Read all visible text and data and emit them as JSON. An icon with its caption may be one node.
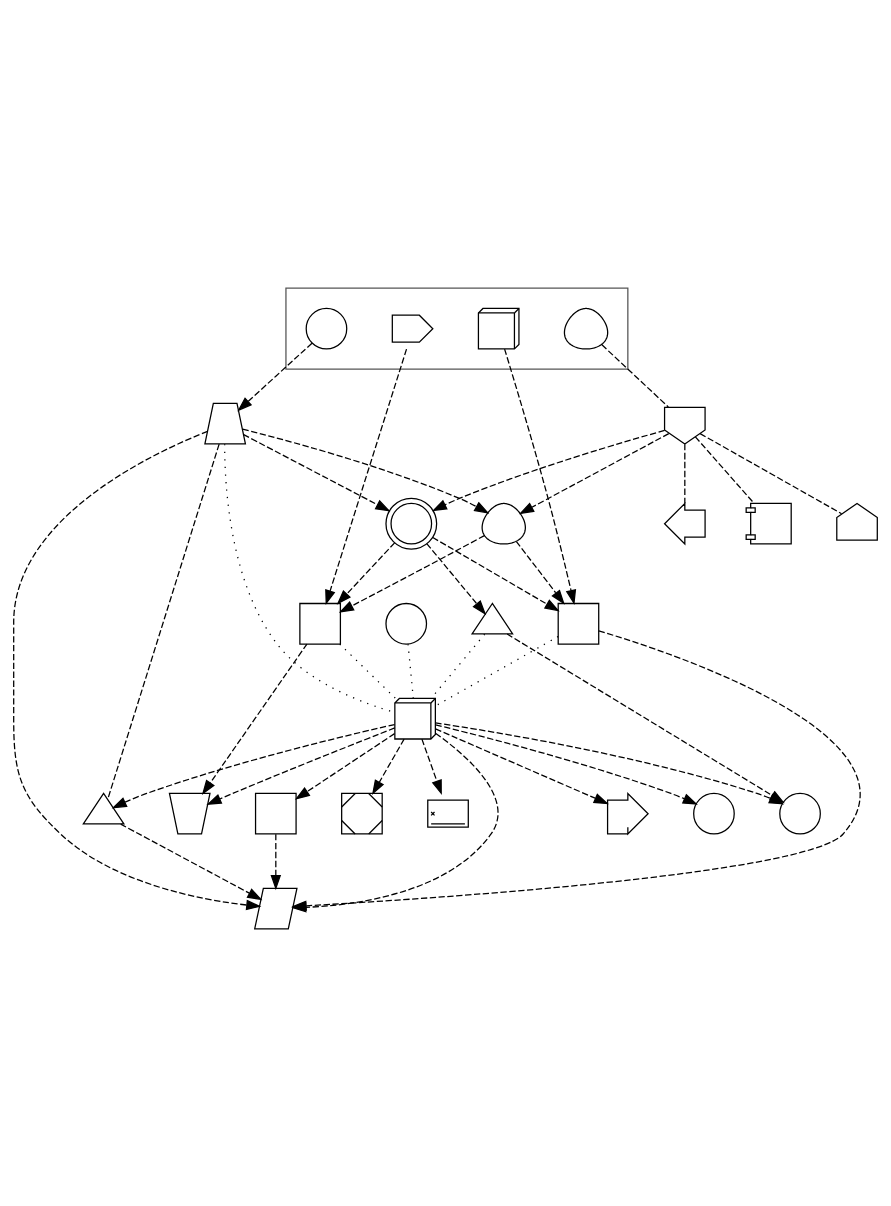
{
  "diagram": {
    "nodes": [
      {
        "text": [],
        "shape": "box"
      },
      {
        "text": [],
        "shape": "sun",
        "in": 0
      },
      {
        "text": [],
        "shape": "wind",
        "in": 0
      },
      {
        "text": [],
        "shape": "soil",
        "in": 0
      },
      {
        "text": [],
        "shape": "drops",
        "in": 0
      },
      {
        "text": [],
        "shape": "panel"
      },
      {
        "text": [],
        "shape": "plug"
      },
      {
        "text": [],
        "shape": "lightning"
      },
      {
        "text": [],
        "shape": "pump"
      },
      {
        "text": [],
        "shape": "stove"
      },
      {
        "text": [],
        "shape": "flame"
      },
      {
        "text": [],
        "shape": "generator"
      },
      {
        "text": [],
        "shape": "boiler"
      },
      {
        "text": [],
        "shape": "bulb"
      },
      {
        "text": [],
        "shape": "aircon"
      },
      {
        "text": [],
        "shape": "turbine"
      },
      {
        "text": [],
        "shape": "bathtub"
      },
      {
        "text": [],
        "shape": "lounger"
      },
      {
        "text": [],
        "shape": "switch"
      },
      {
        "text": [],
        "shape": "pylon"
      },
      {
        "text": [],
        "shape": "cloud"
      },
      {
        "text": [],
        "shape": "building"
      },
      {
        "text": [],
        "shape": "shade"
      },
      {
        "text": [],
        "shape": "globe"
      },
      {
        "text": [],
        "shape": "seasons"
      },
      {
        "text": [],
        "shape": "waves"
      }
    ],
    "edges": [
      {
        "from": 1,
        "to": 5,
        "arrow": "to",
        "style": "dashed"
      },
      {
        "from": 2,
        "to": 12,
        "arrow": "to",
        "style": "dashed"
      },
      {
        "from": 3,
        "to": 14,
        "arrow": "to",
        "style": "dashed"
      },
      {
        "from": 4,
        "to": 6,
        "arrow": "none",
        "style": "dashed"
      },
      {
        "from": 6,
        "to": 7,
        "arrow": "none",
        "style": "dashed"
      },
      {
        "from": 6,
        "to": 8,
        "arrow": "none",
        "style": "dashed"
      },
      {
        "from": 6,
        "to": 9,
        "arrow": "none",
        "style": "dashed"
      },
      {
        "from": 6,
        "to": 11,
        "arrow": "to",
        "style": "dashed"
      },
      {
        "from": 6,
        "to": 10,
        "arrow": "to",
        "style": "dashed"
      },
      {
        "from": 5,
        "to": 10,
        "arrow": "to",
        "style": "dashed"
      },
      {
        "from": 5,
        "to": 19,
        "arrow": "none",
        "style": "dashed"
      },
      {
        "from": 5,
        "to": 17,
        "arrow": "to",
        "style": "dashed"
      },
      {
        "from": 5,
        "to": 11,
        "arrow": "to",
        "style": "dashed"
      },
      {
        "from": 10,
        "to": 12,
        "arrow": "to",
        "style": "dashed"
      },
      {
        "from": 10,
        "to": 14,
        "arrow": "to",
        "style": "dashed"
      },
      {
        "from": 11,
        "to": 14,
        "arrow": "to",
        "style": "dashed"
      },
      {
        "from": 11,
        "to": 12,
        "arrow": "to",
        "style": "dashed"
      },
      {
        "from": 11,
        "to": 15,
        "arrow": "to",
        "style": "dashed"
      },
      {
        "from": 15,
        "to": 20,
        "arrow": "to",
        "style": "dashed"
      },
      {
        "from": 14,
        "to": 17,
        "arrow": "to",
        "style": "dashed"
      },
      {
        "from": 12,
        "to": 16,
        "arrow": "to",
        "style": "dashed"
      },
      {
        "from": 18,
        "to": 17,
        "arrow": "to",
        "style": "dashed"
      },
      {
        "from": 19,
        "to": 17,
        "arrow": "to",
        "style": "dashed"
      },
      {
        "from": 21,
        "to": 16,
        "arrow": "to",
        "style": "dashed"
      },
      {
        "from": 21,
        "to": 17,
        "arrow": "to",
        "style": "dashed"
      },
      {
        "from": 21,
        "to": 18,
        "arrow": "to",
        "style": "dashed"
      },
      {
        "from": 21,
        "to": 19,
        "arrow": "to",
        "style": "dashed"
      },
      {
        "from": 21,
        "to": 20,
        "arrow": "to",
        "style": "dashed"
      },
      {
        "from": 21,
        "to": 22,
        "arrow": "to",
        "style": "dashed"
      },
      {
        "from": 21,
        "to": 23,
        "arrow": "to",
        "style": "dashed"
      },
      {
        "from": 21,
        "to": 24,
        "arrow": "to",
        "style": "dashed"
      },
      {
        "from": 21,
        "to": 25,
        "arrow": "to",
        "style": "dashed"
      },
      {
        "from": 5,
        "to": 21,
        "arrow": "none"
      },
      {
        "from": 12,
        "to": 21,
        "arrow": "none"
      },
      {
        "from": 13,
        "to": 21,
        "arrow": "none"
      },
      {
        "from": 14,
        "to": 21,
        "arrow": "none"
      },
      {
        "from": 15,
        "to": 21,
        "arrow": "none"
      }
    ]
  }
}
